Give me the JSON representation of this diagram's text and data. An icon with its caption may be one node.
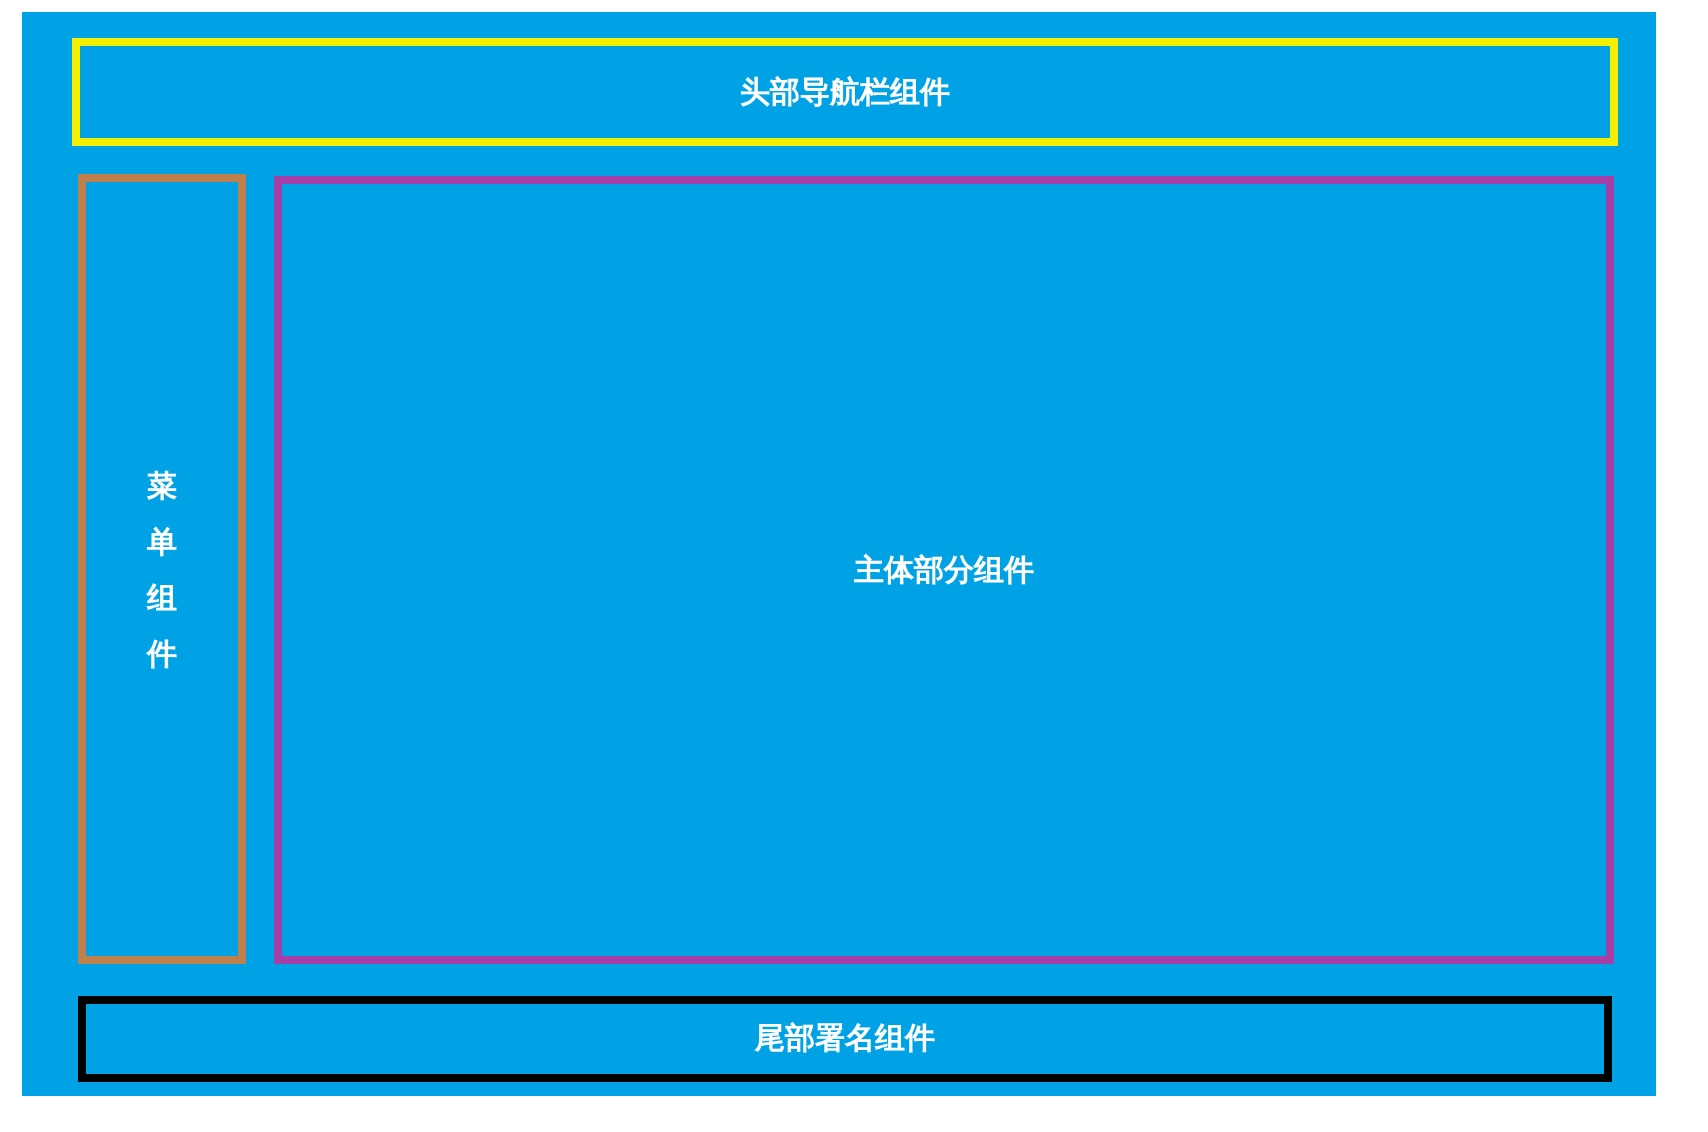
{
  "diagram": {
    "nodes": [
      {
        "text": [],
        "shape": "box"
      },
      {
        "text": [
          "头部导航栏组件"
        ],
        "in": 0
      },
      {
        "text": [
          "菜单组件"
        ],
        "in": 0
      },
      {
        "text": [
          "主体部分组件"
        ],
        "in": 0
      },
      {
        "text": [
          "尾部署名组件"
        ],
        "in": 0
      }
    ]
  }
}
